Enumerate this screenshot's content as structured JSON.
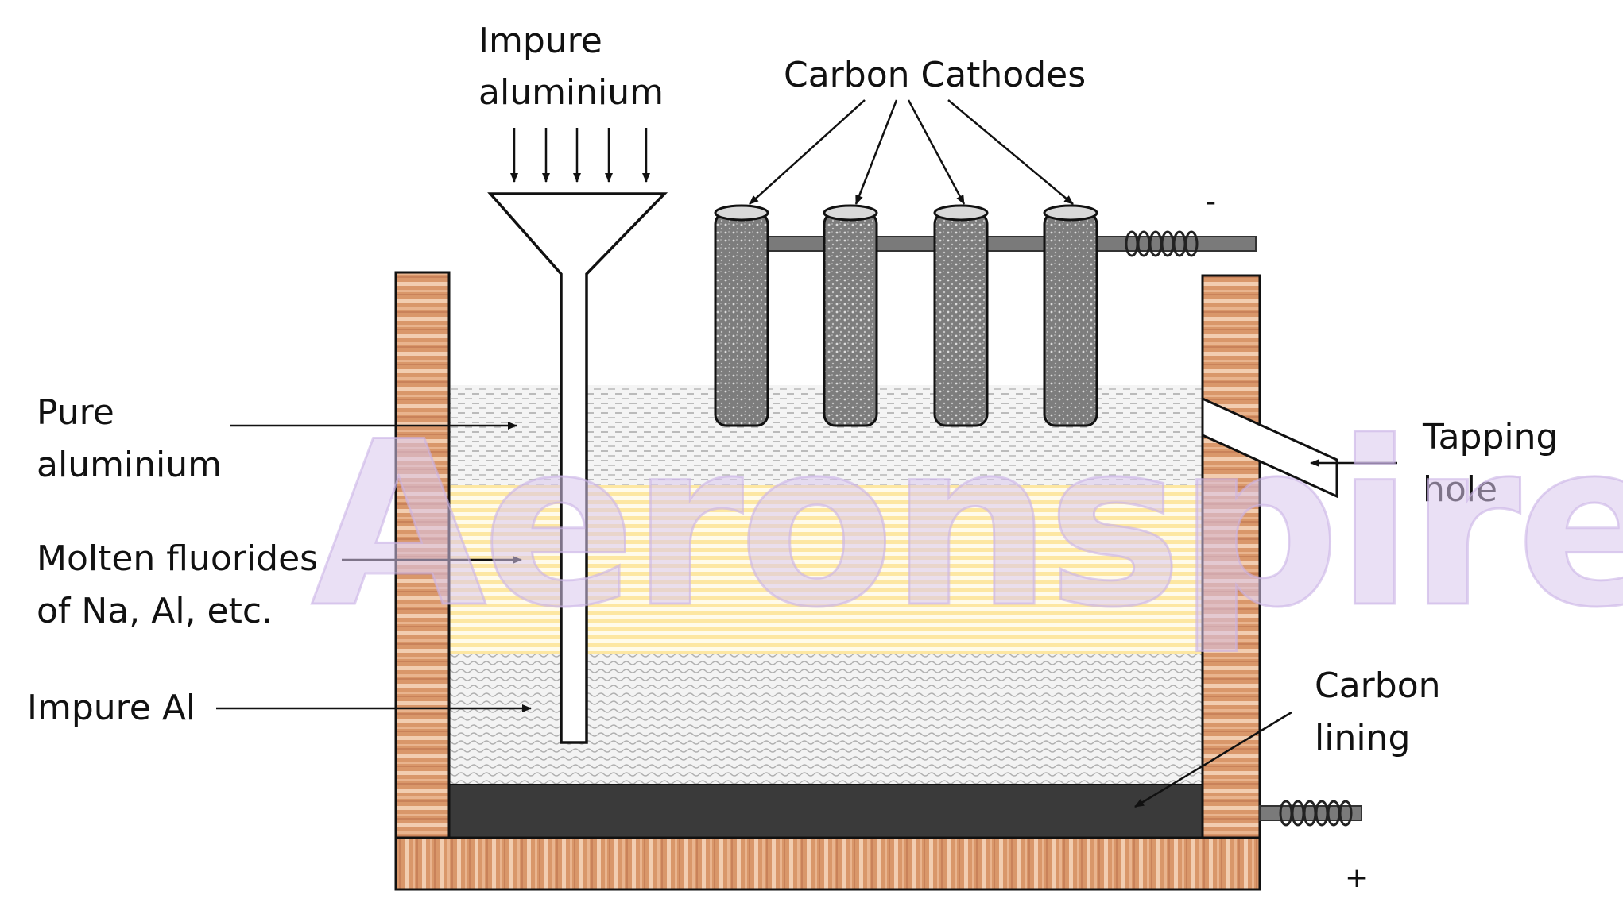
{
  "labels": {
    "impure_aluminium": [
      "Impure",
      "aluminium"
    ],
    "carbon_cathodes": "Carbon Cathodes",
    "pure_aluminium": [
      "Pure",
      "aluminium"
    ],
    "molten_fluorides": [
      "Molten fluorides",
      "of Na, Al, etc."
    ],
    "impure_al": "Impure Al",
    "tapping_hole": [
      "Tapping",
      "hole"
    ],
    "carbon_lining": [
      "Carbon",
      "lining"
    ],
    "negative_terminal": "-",
    "positive_terminal": "+"
  },
  "watermark": "Aeronspire",
  "colors": {
    "wall_wood": "#d9976a",
    "wall_stripe": "#f2cdb0",
    "carbon_lining": "#3a3a3a",
    "molten_layer": "#fde9a8",
    "cathode": "#8a8a8a",
    "watermark": "#d8c6ec"
  }
}
